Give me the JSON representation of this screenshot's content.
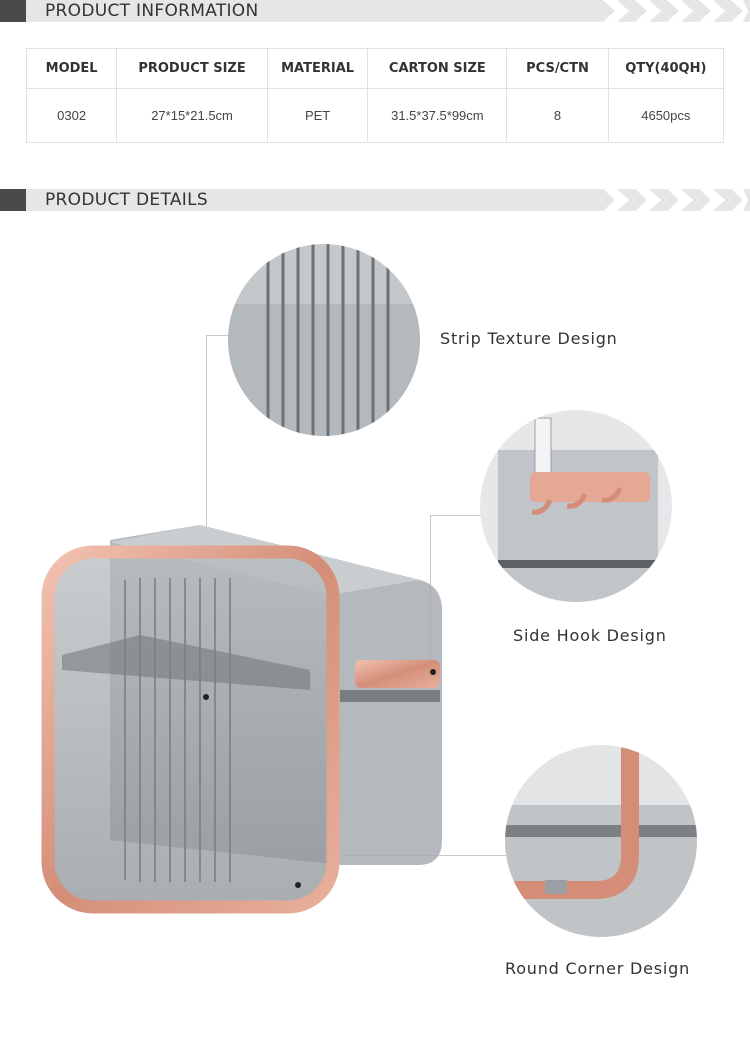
{
  "product_information": {
    "title": "PRODUCT INFORMATION",
    "columns": [
      "MODEL",
      "PRODUCT SIZE",
      "MATERIAL",
      "CARTON SIZE",
      "PCS/CTN",
      "QTY(40QH)"
    ],
    "row": [
      "0302",
      "27*15*21.5cm",
      "PET",
      "31.5*37.5*99cm",
      "8",
      "4650pcs"
    ]
  },
  "product_details": {
    "title": "PRODUCT DETAILS",
    "features": [
      {
        "label": "Strip Texture Design"
      },
      {
        "label": "Side Hook Design"
      },
      {
        "label": "Round Corner Design"
      }
    ]
  },
  "colors": {
    "rose_gold": "#d99a86",
    "smoke_gray": "#8f9498",
    "bar_gray": "#e6e6e6",
    "accent_dark": "#4a4a4a"
  }
}
